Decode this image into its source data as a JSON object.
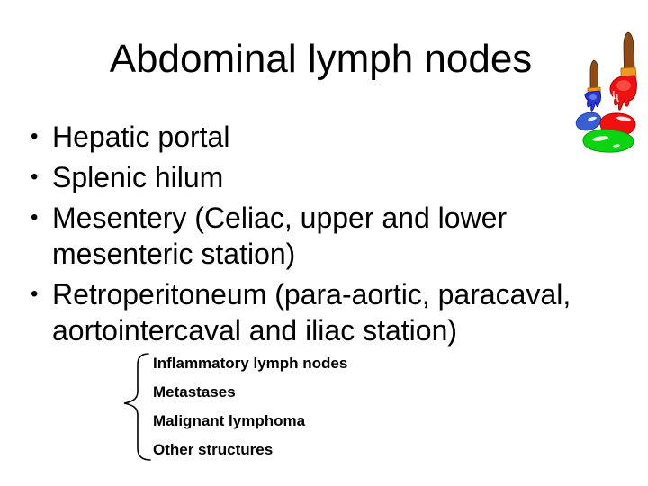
{
  "slide": {
    "title": "Abdominal lymph nodes",
    "bullet_char": "•",
    "bullets": [
      "Hepatic portal",
      "Splenic hilum",
      "Mesentery (Celiac, upper and lower mesenteric station)",
      "Retroperitoneum (para-aortic, paracaval, aortointercaval and iliac station)"
    ],
    "brace_group": {
      "items": [
        "Inflammatory lymph nodes",
        "Metastases",
        "Malignant lymphoma",
        "Other structures"
      ]
    },
    "clipart": {
      "name": "paintbrushes-with-paint-blobs",
      "colors": {
        "handle_brown": "#8E4A17",
        "ferrule_orange": "#EE9822",
        "paint_red": "#EE1111",
        "paint_blue": "#2B35D5",
        "blob_blue": "#3A5FD0",
        "paint_green": "#0DD411",
        "highlight": "#FFFFFF"
      }
    },
    "colors": {
      "background": "#FFFFFF",
      "text": "#000000"
    }
  }
}
